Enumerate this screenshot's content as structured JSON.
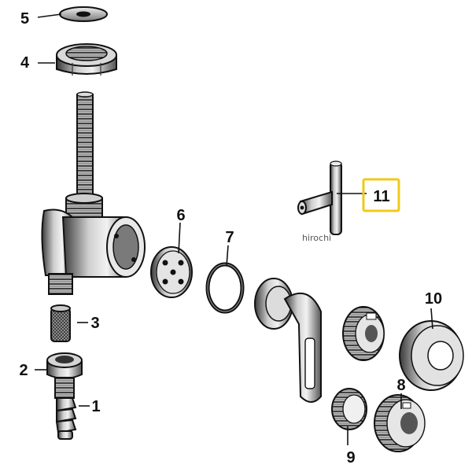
{
  "callouts": {
    "c1": "1",
    "c2": "2",
    "c3": "3",
    "c4": "4",
    "c5": "5",
    "c6": "6",
    "c7": "7",
    "c8": "8",
    "c9": "9",
    "c10": "10",
    "c11": "11"
  },
  "watermark": "hirochi",
  "highlight_color": "#f2c81a"
}
